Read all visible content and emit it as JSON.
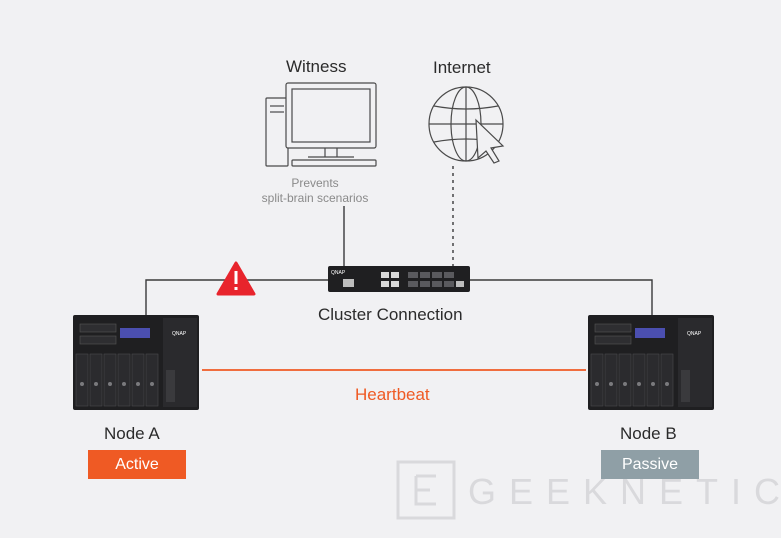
{
  "witness": {
    "title": "Witness",
    "note_line1": "Prevents",
    "note_line2": "split-brain scenarios"
  },
  "internet": {
    "title": "Internet"
  },
  "switch": {
    "label": "Cluster Connection",
    "brand": "QNAP"
  },
  "heartbeat": {
    "label": "Heartbeat"
  },
  "node_a": {
    "label": "Node A",
    "status": "Active",
    "brand": "QNAP"
  },
  "node_b": {
    "label": "Node B",
    "status": "Passive",
    "brand": "QNAP"
  },
  "watermark": {
    "text": "GEEKNETIC"
  },
  "colors": {
    "accent": "#ef5a24",
    "passive": "#8f9fa6",
    "warning": "#e8242c",
    "device_dark": "#1f1f21",
    "line": "#3a3a3a",
    "background": "#f1f1f3"
  },
  "icons": [
    "desktop-computer-icon",
    "globe-cursor-icon",
    "warning-triangle-icon"
  ]
}
